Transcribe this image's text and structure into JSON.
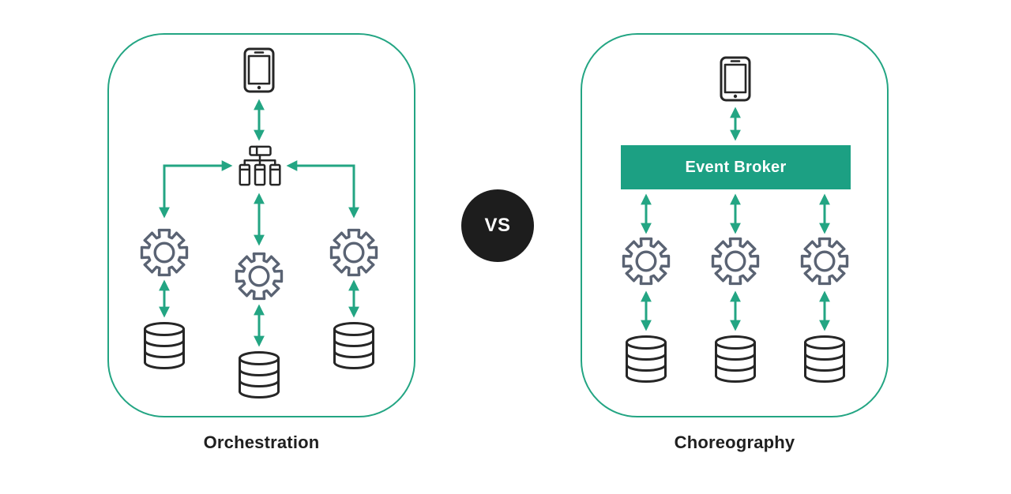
{
  "title": "Orchestration vs Choreography microservices diagram",
  "colors": {
    "accent": "#23a583",
    "broker": "#1ca083",
    "dark": "#262626",
    "gear": "#5a6373",
    "vs_bg": "#1d1d1d",
    "label": "#1f1f1f"
  },
  "vs_badge": {
    "label": "VS"
  },
  "left_panel": {
    "label": "Orchestration",
    "icons": {
      "client": "smartphone-icon",
      "coordinator": "sitemap-orchestrator-icon",
      "service": "gear-icon",
      "storage": "database-icon"
    },
    "service_count": 3,
    "database_count": 3
  },
  "right_panel": {
    "label": "Choreography",
    "broker_label": "Event Broker",
    "icons": {
      "client": "smartphone-icon",
      "broker": "event-broker-bar",
      "service": "gear-icon",
      "storage": "database-icon"
    },
    "service_count": 3,
    "database_count": 3
  }
}
